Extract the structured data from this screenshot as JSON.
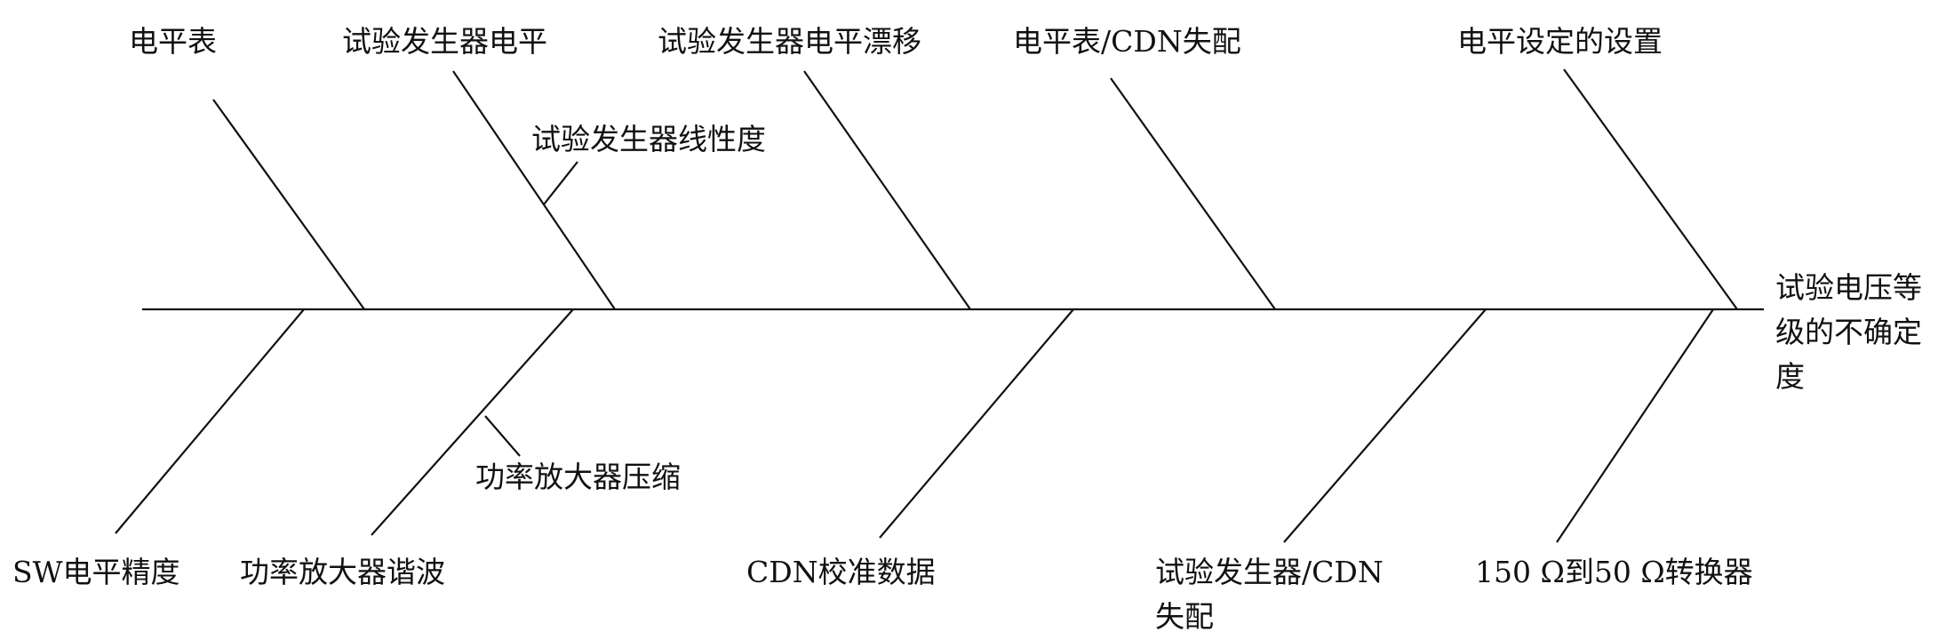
{
  "effect": [
    "试验电压等",
    "级的不确定",
    "度"
  ],
  "top_causes": [
    {
      "id": "level-meter",
      "label": "电平表"
    },
    {
      "id": "generator-level",
      "label": "试验发生器电平",
      "sub": "试验发生器线性度"
    },
    {
      "id": "generator-drift",
      "label": "试验发生器电平漂移"
    },
    {
      "id": "meter-cdn-mismatch",
      "label": "电平表/CDN失配"
    },
    {
      "id": "level-setting",
      "label": "电平设定的设置"
    }
  ],
  "bottom_causes": [
    {
      "id": "sw-level-accuracy",
      "label": "SW电平精度"
    },
    {
      "id": "amp-harmonics",
      "label": "功率放大器谐波",
      "sub": "功率放大器压缩"
    },
    {
      "id": "cdn-calibration",
      "label": "CDN校准数据"
    },
    {
      "id": "generator-cdn-mismatch",
      "label": [
        "试验发生器/CDN",
        "失配"
      ]
    },
    {
      "id": "converter",
      "label": "150 Ω到50 Ω转换器"
    }
  ]
}
